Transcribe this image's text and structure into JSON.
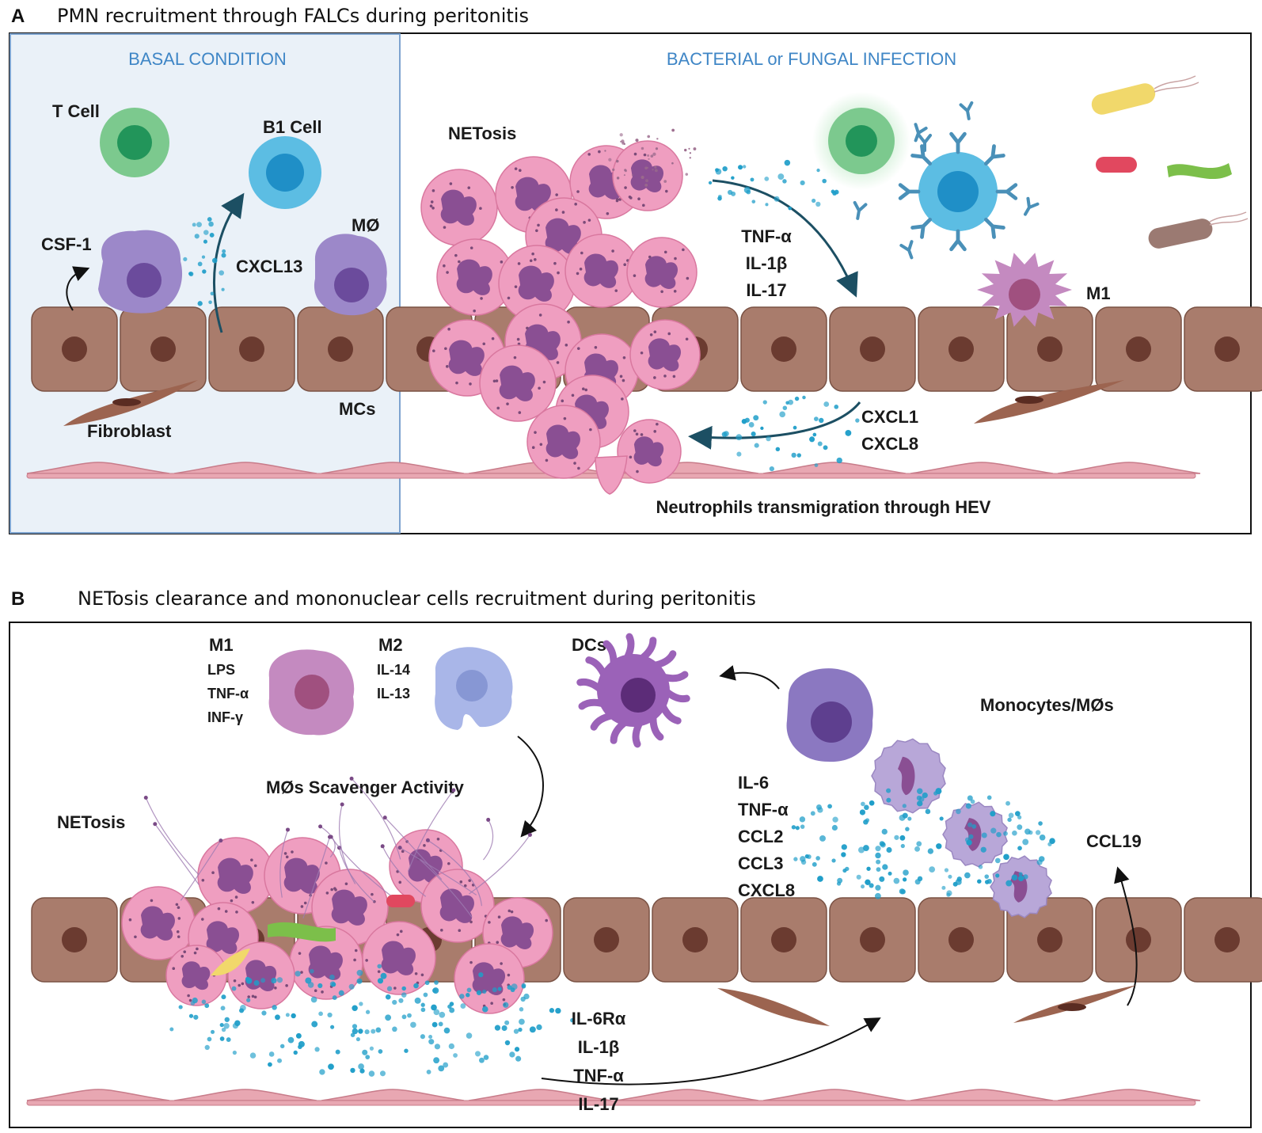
{
  "panel_a": {
    "letter": "A",
    "title": "PMN recruitment through FALCs during peritonitis",
    "basal_heading": "BASAL CONDITION",
    "infection_heading": "BACTERIAL or FUNGAL INFECTION",
    "labels": {
      "t_cell": "T Cell",
      "b1_cell": "B1 Cell",
      "csf1": "CSF-1",
      "cxcl13": "CXCL13",
      "macrophage": "MØ",
      "fibroblast": "Fibroblast",
      "mcs": "MCs",
      "netosis": "NETosis",
      "m1": "M1",
      "transmigration": "Neutrophils transmigration through HEV"
    },
    "cytokines_top": [
      "TNF-α",
      "IL-1β",
      "IL-17"
    ],
    "chemokines_bottom": [
      "CXCL1",
      "CXCL8"
    ]
  },
  "panel_b": {
    "letter": "B",
    "title": "NETosis clearance and mononuclear cells recruitment during peritonitis",
    "labels": {
      "m1": "M1",
      "m2": "M2",
      "dcs": "DCs",
      "monocytes": "Monocytes/MØs",
      "scavenger": "MØs Scavenger Activity",
      "netosis": "NETosis",
      "ccl19": "CCL19"
    },
    "m1_stimuli": [
      "LPS",
      "TNF-α",
      "INF-γ"
    ],
    "m2_stimuli": [
      "IL-14",
      "IL-13"
    ],
    "mono_cytokines": [
      "IL-6",
      "TNF-α",
      "CCL2",
      "CCL3",
      "CXCL8"
    ],
    "bottom_cytokines": [
      "IL-6Rα",
      "IL-1β",
      "TNF-α",
      "IL-17"
    ]
  },
  "colors": {
    "mesothelial": "#a97c6c",
    "nucleus_brown": "#6b3b30",
    "neutrophil": "#ef9ec0",
    "neutrophil_nucleus": "#8a4f93",
    "t_cell": "#7cc98e",
    "b1_cell": "#5cbde3",
    "macrophage": "#9c88c9",
    "m1_pink": "#c48ac0",
    "m2_blue": "#a9b6e8",
    "dc_purple": "#9b62b8",
    "cytokine_dot": "#1f9ec9",
    "heading_blue": "#3f86c6",
    "basal_bg": "#eaf1f8"
  }
}
